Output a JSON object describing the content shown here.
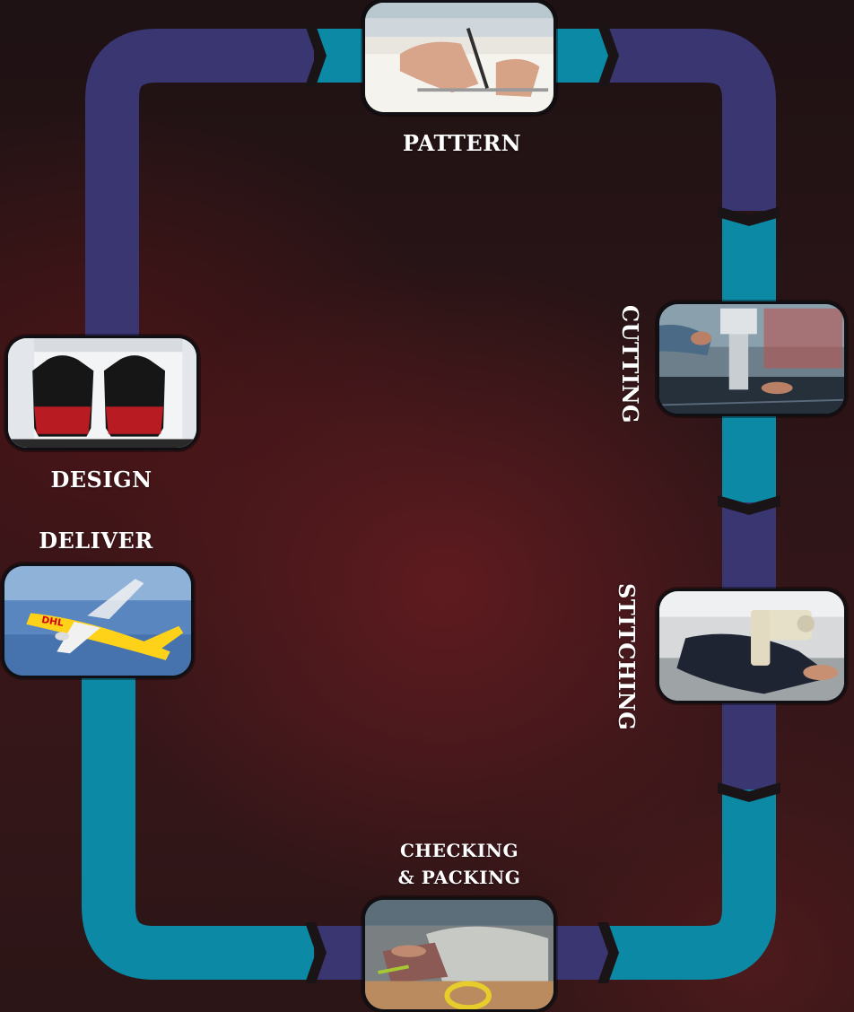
{
  "colors": {
    "navy": "#3a3672",
    "teal": "#0b89a5",
    "background": "#2a1416",
    "label": "#ffffff"
  },
  "steps": [
    {
      "label": "PATTERN"
    },
    {
      "label": "CUTTING"
    },
    {
      "label": "STITCHING"
    },
    {
      "label": "CHECKING",
      "label2": "& PACKING"
    },
    {
      "label": "DELIVER"
    },
    {
      "label": "DESIGN"
    }
  ],
  "images": {
    "pattern": "pattern-drafting-photo",
    "cutting": "fabric-cutting-machine-photo",
    "stitching": "sewing-machine-photo",
    "packing": "garment-checking-photo",
    "deliver": "cargo-airplane-photo",
    "design": "hoodie-design-monitor-photo"
  },
  "deliver_plane_text": "DHL"
}
